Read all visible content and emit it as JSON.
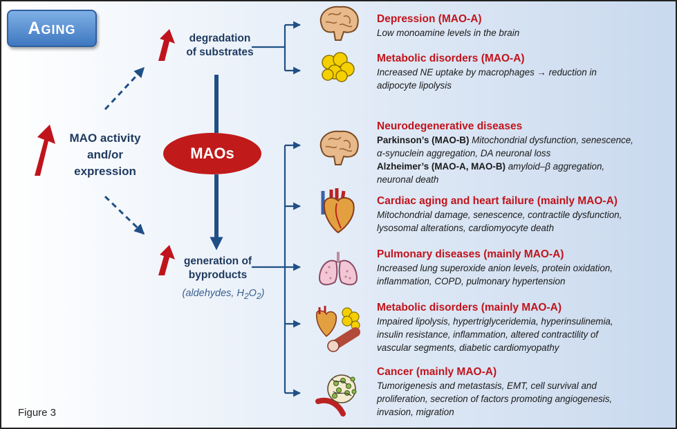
{
  "aging_label": "Aging",
  "mao_activity": [
    "MAO activity",
    "and/or",
    "expression"
  ],
  "degradation": [
    "degradation",
    "of substrates"
  ],
  "maos_label": "MAOs",
  "generation": [
    "generation of",
    "byproducts"
  ],
  "byproducts_note": {
    "prefix": "(aldehydes, H",
    "sub1": "2",
    "mid": "O",
    "sub2": "2",
    "suffix": ")"
  },
  "figure_label": "Figure 3",
  "colors": {
    "red": "#c0141c",
    "navy": "#1f3a5f",
    "maos": "#c01a1a"
  },
  "entries": [
    {
      "head": "Depression (MAO-A)",
      "icon": "brain-icon",
      "desc": [
        "Low monoamine levels in the brain"
      ]
    },
    {
      "head": "Metabolic disorders (MAO-A)",
      "icon": "fat-cells-icon",
      "desc": [
        "Increased NE uptake by macrophages → reduction in",
        "adipocyte lipolysis"
      ]
    },
    {
      "head": "Neurodegenerative diseases",
      "icon": "brain-icon",
      "pk_bold": "Parkinson’s (MAO-B)",
      "pk_text": " Mitochondrial dysfunction, senescence,",
      "pk_line2": "α-synuclein aggregation, DA neuronal loss",
      "ad_bold": "Alzheimer’s (MAO-A, MAO-B)",
      "ad_text": " amyloid–β aggregation,",
      "ad_line2": "neuronal death"
    },
    {
      "head": "Cardiac aging and heart failure (mainly MAO-A)",
      "icon": "heart-icon",
      "desc": [
        "Mitochondrial damage, senescence, contractile dysfunction,",
        "lysosomal alterations, cardiomyocyte death"
      ]
    },
    {
      "head": "Pulmonary diseases (mainly MAO-A)",
      "icon": "lungs-icon",
      "desc": [
        "Increased lung superoxide anion levels, protein oxidation,",
        "inflammation, COPD, pulmonary hypertension"
      ]
    },
    {
      "head": "Metabolic disorders (mainly MAO-A)",
      "icon": "heart-fat-vessel-icon",
      "desc": [
        "Impaired lipolysis, hypertriglyceridemia, hyperinsulinemia,",
        "insulin resistance, inflammation, altered contractility of",
        "vascular segments, diabetic cardiomyopathy"
      ]
    },
    {
      "head": "Cancer (mainly MAO-A)",
      "icon": "tumor-icon",
      "desc": [
        "Tumorigenesis and metastasis, EMT, cell survival and",
        "proliferation, secretion of factors promoting angiogenesis,",
        "invasion, migration"
      ]
    }
  ]
}
